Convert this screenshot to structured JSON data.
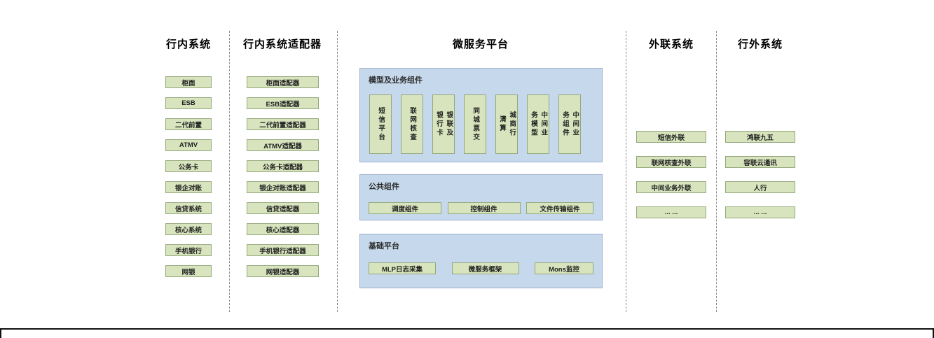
{
  "diagram": {
    "inbank": {
      "title": "行内系统",
      "items": [
        "柜面",
        "ESB",
        "二代前置",
        "ATMV",
        "公务卡",
        "银企对账",
        "信贷系统",
        "核心系统",
        "手机银行",
        "网银"
      ]
    },
    "adapters": {
      "title": "行内系统适配器",
      "items": [
        "柜面适配器",
        "ESB适配器",
        "二代前置适配器",
        "ATMV适配器",
        "公务卡适配器",
        "银企对账适配器",
        "信贷适配器",
        "核心适配器",
        "手机银行适配器",
        "网银适配器"
      ]
    },
    "platform": {
      "title": "微服务平台",
      "model": {
        "title": "模型及业务组件",
        "items": [
          "短信平台",
          "联网核查",
          "银联及\n银行卡",
          "同城票交",
          "城商行\n清算",
          "中间业\n务模型",
          "中间业\n务组件"
        ]
      },
      "common": {
        "title": "公共组件",
        "items": [
          "调度组件",
          "控制组件",
          "文件传输组件"
        ]
      },
      "base": {
        "title": "基础平台",
        "items": [
          "MLP日志采集",
          "微服务框架",
          "Mons监控"
        ]
      }
    },
    "external": {
      "title": "外联系统",
      "items": [
        "短信外联",
        "联网核查外联",
        "中间业务外联",
        "... ..."
      ]
    },
    "outbank": {
      "title": "行外系统",
      "items": [
        "鸿联九五",
        "容联云通讯",
        "人行",
        "... ..."
      ]
    }
  },
  "colors": {
    "box_fill": "#d7e4bd",
    "box_border": "#94a87c",
    "panel_fill": "#c6d8ec",
    "panel_border": "#9db1cb"
  }
}
